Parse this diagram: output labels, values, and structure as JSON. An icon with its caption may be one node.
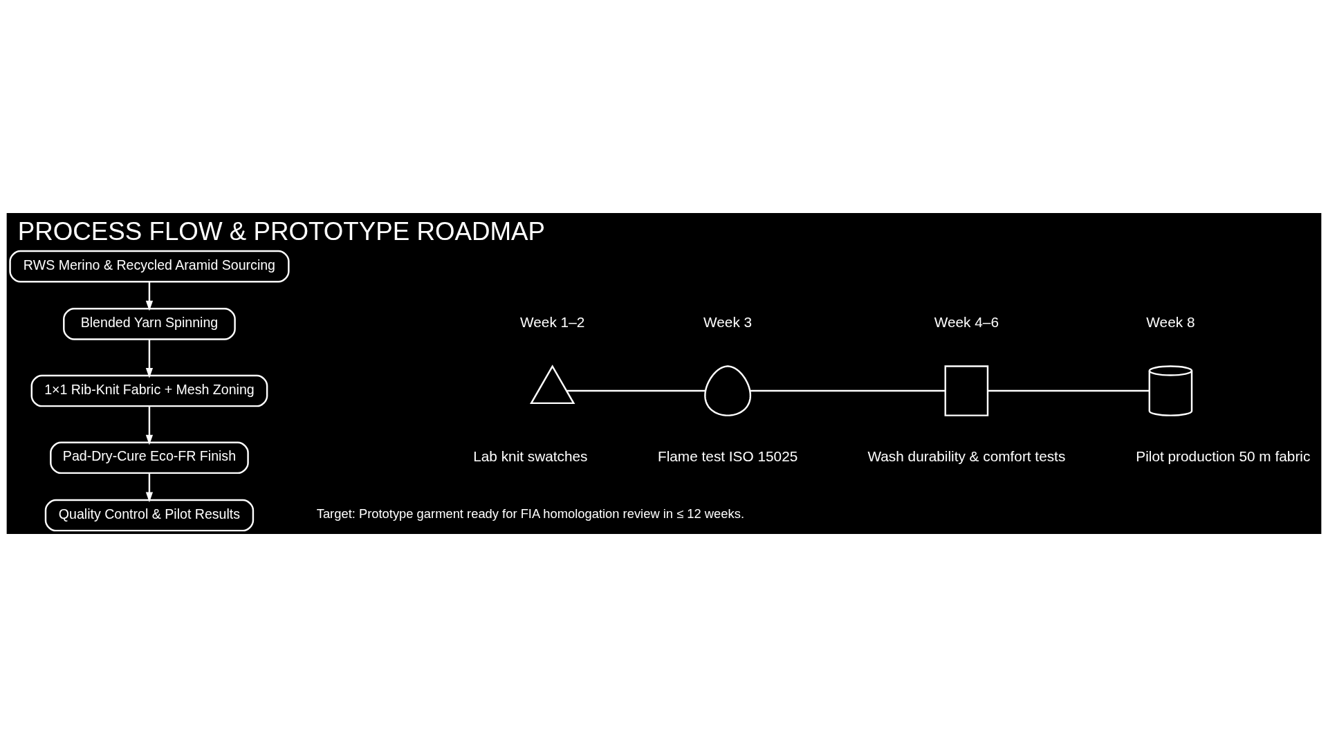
{
  "diagram": {
    "title": "PROCESS FLOW & PROTOTYPE ROADMAP",
    "nodes": [
      {
        "text": [
          "RWS Merino & Recycled Aramid Sourcing"
        ]
      },
      {
        "text": [
          "Blended Yarn Spinning"
        ]
      },
      {
        "text": [
          "1×1 Rib-Knit Fabric + Mesh Zoning"
        ]
      },
      {
        "text": [
          "Pad-Dry-Cure Eco-FR Finish"
        ]
      },
      {
        "text": [
          "Quality Control & Pilot Results"
        ]
      },
      {
        "text": [],
        "shape": "flask",
        "beside": [
          "Week 1–2",
          "Lab knit swatches"
        ]
      },
      {
        "text": [],
        "shape": "flame",
        "beside": [
          "Week 3",
          "Flame test ISO 15025"
        ]
      },
      {
        "text": [],
        "shape": "washing-machine",
        "beside": [
          "Week 4–6",
          "Wash durability & comfort tests"
        ]
      },
      {
        "text": [],
        "shape": "spool",
        "beside": [
          "Week 8",
          "Pilot production 50 m fabric"
        ]
      }
    ],
    "edges": [
      {
        "from": 0,
        "to": 1,
        "arrow": "to"
      },
      {
        "from": 1,
        "to": 2,
        "arrow": "to"
      },
      {
        "from": 2,
        "to": 3,
        "arrow": "to"
      },
      {
        "from": 3,
        "to": 4,
        "arrow": "to"
      },
      {
        "from": 5,
        "to": 6,
        "arrow": "none"
      },
      {
        "from": 6,
        "to": 7,
        "arrow": "none"
      },
      {
        "from": 7,
        "to": 8,
        "arrow": "none"
      }
    ],
    "labels": [
      "Target: Prototype garment ready for FIA homologation review in ≤ 12 weeks."
    ]
  }
}
